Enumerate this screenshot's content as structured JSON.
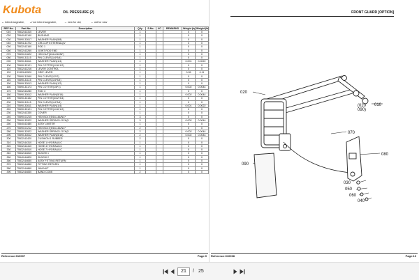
{
  "left_page": {
    "brand": "Kubota",
    "title": "OIL PRESSURE (2)",
    "legend": {
      "interchangeable": "↔ Interchangeable,",
      "not_interchangeable": "↮ not interchangeable,",
      "new_for_old": "→ new for old,",
      "old_for_new": "← old for new"
    },
    "table": {
      "headers": [
        "REF No.",
        "Part No.",
        "Description",
        "Q'ty",
        "S.No.",
        "I/C",
        "REMARKS",
        "Weight (kgf)",
        "Weight (lb)"
      ],
      "rows": [
        [
          "010",
          "75532-62310",
          "LEVER",
          "1",
          "",
          "",
          "",
          "0",
          "0"
        ],
        [
          "020",
          "75540-62140",
          "BUSHING",
          "1",
          "",
          "",
          "",
          "0",
          "0"
        ],
        [
          "030",
          "75590-32617",
          "WASHER PLAIN(5/8)",
          "1",
          "",
          "",
          "",
          "0",
          "0"
        ],
        [
          "040",
          "75594-41722",
          "CIR-CLIP EXTERNAL(5/",
          "1",
          "",
          "",
          "",
          "0",
          "0"
        ],
        [
          "050",
          "75532-62160",
          "ROD 1",
          "1",
          "",
          "",
          "",
          "0",
          "0"
        ],
        [
          "060",
          "75532-62260",
          "JOINT ROD END",
          "1",
          "",
          "",
          "",
          "0",
          "0"
        ],
        [
          "070",
          "75590-01622",
          "HEX.NUT(5/16-24UNF)",
          "1",
          "",
          "",
          "",
          "0",
          "0"
        ],
        [
          "080",
          "75590-31115",
          "PIN CLEVIS(1/4*3/4)",
          "1",
          "",
          "",
          "",
          "0",
          "0"
        ],
        [
          "090",
          "75590-32611",
          "WASHER PLAIN(1/4)",
          "1",
          "",
          "",
          "",
          "0.001",
          "0.0022"
        ],
        [
          "100",
          "75590-33121",
          "PIN COTTER(1/16*1/2)",
          "1",
          "",
          "",
          "",
          "0",
          "0"
        ],
        [
          "110",
          "75532-62216",
          "LEVER CONTROL",
          "1",
          "",
          "",
          "",
          "0",
          "0"
        ],
        [
          "120",
          "31353-62520",
          "GRIP LEVER",
          "1",
          "",
          "",
          "",
          "0.05",
          "0.11"
        ],
        [
          "130",
          "75590-31540",
          "PIN CLEVIS(1/2*2)",
          "1",
          "",
          "",
          "",
          "0",
          "0"
        ],
        [
          "140",
          "75590-31115",
          "PIN CLEVIS(1/4*3/4)",
          "1",
          "",
          "",
          "",
          "0",
          "0"
        ],
        [
          "150",
          "75599-32613",
          "WASHER PLAIN(1/2)",
          "1",
          "",
          "",
          "",
          "0",
          "0"
        ],
        [
          "160",
          "75590-33173",
          "PIN COTTER(1/8*1)",
          "1",
          "",
          "",
          "",
          "0.002",
          "0.0044"
        ],
        [
          "170",
          "75532-62280",
          "ROD 3",
          "1",
          "",
          "",
          "",
          "0",
          "0"
        ],
        [
          "180",
          "75590-32612",
          "WASHER PLAIN(5/16)",
          "1",
          "",
          "",
          "",
          "0.002",
          "0.0044"
        ],
        [
          "190",
          "75590-33152",
          "PIN COTTER(3/32*3/4)",
          "1",
          "",
          "",
          "",
          "0",
          "0"
        ],
        [
          "200",
          "75590-31115",
          "PIN CLEVIS(1/4*3/4)",
          "1",
          "",
          "",
          "",
          "0",
          "0"
        ],
        [
          "210",
          "75590-32611",
          "WASHER PLAIN(1/4)",
          "1",
          "",
          "",
          "",
          "0.001",
          "0.0022"
        ],
        [
          "220",
          "75590-33121",
          "PIN COTTER(1/16*1/2)",
          "1",
          "",
          "",
          "",
          "0",
          "0"
        ],
        [
          "230",
          "75532-62330",
          "COVER",
          "1",
          "",
          "",
          "",
          "0",
          "0"
        ],
        [
          "240",
          "75590-01215",
          "HEX.BOLT(5/16-18UNC*",
          "3",
          "",
          "",
          "",
          "0",
          "0"
        ],
        [
          "250",
          "75590-32922",
          "WASHER SPRING LOCK(5",
          "3",
          "",
          "",
          "",
          "0.002",
          "0.0044"
        ],
        [
          "260",
          "75540-62480",
          "ASSY LIMITER",
          "1",
          "",
          "",
          "",
          "0",
          "0"
        ],
        [
          "270",
          "75590-01212",
          "HEX.BOLT(5/16-18UNC*",
          "2",
          "",
          "",
          "",
          "0",
          "0"
        ],
        [
          "280",
          "75590-32922",
          "WASHER SPRING LOCK(5",
          "2",
          "",
          "",
          "",
          "0.002",
          "0.0044"
        ],
        [
          "290",
          "75590-32612",
          "WASHER PLAIN(5/16)",
          "2",
          "",
          "",
          "",
          "0.002",
          "0.0044"
        ],
        [
          "300",
          "75532-62420",
          "CUSHION 1 RUBBER",
          "2",
          "",
          "",
          "",
          "0",
          "0"
        ],
        [
          "310",
          "75532-64310",
          "HOSE 1 HYDRAULIC",
          "1",
          "",
          "",
          "",
          "0",
          "0"
        ],
        [
          "320",
          "75532-64410",
          "HOSE 4 HYDRAULIC",
          "1",
          "",
          "",
          "",
          "0",
          "0"
        ],
        [
          "330",
          "75532-64510",
          "HOSE 7 HYDRAULIC",
          "1",
          "",
          "",
          "",
          "0",
          "0"
        ],
        [
          "340",
          "75532-64810",
          "ELBOW 1",
          "1",
          "",
          "",
          "",
          "0",
          "0"
        ],
        [
          "350",
          "75540-64820",
          "ELBOW 2",
          "1",
          "",
          "",
          "",
          "0",
          "0"
        ],
        [
          "360",
          "75532-64650",
          "ASSY FITTING RETURN",
          "1",
          "",
          "",
          "",
          "0",
          "0"
        ],
        [
          "370",
          "75532-64850",
          "FITTING RETURN",
          "1",
          "",
          "",
          "",
          "0",
          "0"
        ],
        [
          "380",
          "75532-64860",
          "JAM NUT",
          "1",
          "",
          "",
          "",
          "0",
          "0"
        ],
        [
          "390",
          "75532-64830",
          "BAND CODE",
          "2",
          "",
          "",
          "",
          "0",
          "0"
        ]
      ]
    },
    "footer": {
      "reference": "Reference:010007",
      "page": "Page:9"
    }
  },
  "right_page": {
    "title": "FRONT GUARD   [OPTION]",
    "callouts": [
      "020",
      "010",
      "070",
      "080",
      "090",
      "030",
      "050",
      "060",
      "040"
    ],
    "paren_callouts": [
      "(020",
      "090)",
      "010"
    ],
    "footer": {
      "reference": "Reference:010008",
      "page": "Page:10"
    }
  },
  "toolbar": {
    "current_page": "21",
    "separator": "/",
    "total_pages": "25"
  },
  "icons": {
    "first": "first-page-icon",
    "prev": "previous-page-icon",
    "next": "next-page-icon",
    "last": "last-page-icon"
  }
}
